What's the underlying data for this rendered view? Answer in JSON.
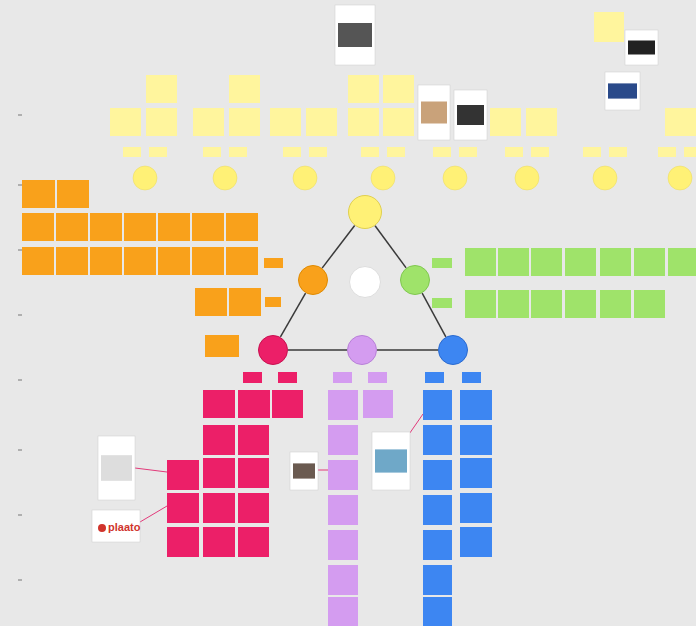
{
  "diagram": {
    "nodes": [
      {
        "text": []
      },
      {
        "text": []
      },
      {
        "text": []
      },
      {
        "text": []
      },
      {
        "text": []
      },
      {
        "text": []
      },
      {
        "text": []
      }
    ],
    "edges": [
      {
        "from": 0,
        "to": 1,
        "arrow": "none"
      },
      {
        "from": 1,
        "to": 4,
        "arrow": "none"
      },
      {
        "from": 4,
        "to": 5,
        "arrow": "none"
      },
      {
        "from": 5,
        "to": 6,
        "arrow": "none"
      },
      {
        "from": 6,
        "to": 3,
        "arrow": "none"
      },
      {
        "from": 3,
        "to": 0,
        "arrow": "none"
      }
    ],
    "labels": [
      "plaato"
    ]
  }
}
